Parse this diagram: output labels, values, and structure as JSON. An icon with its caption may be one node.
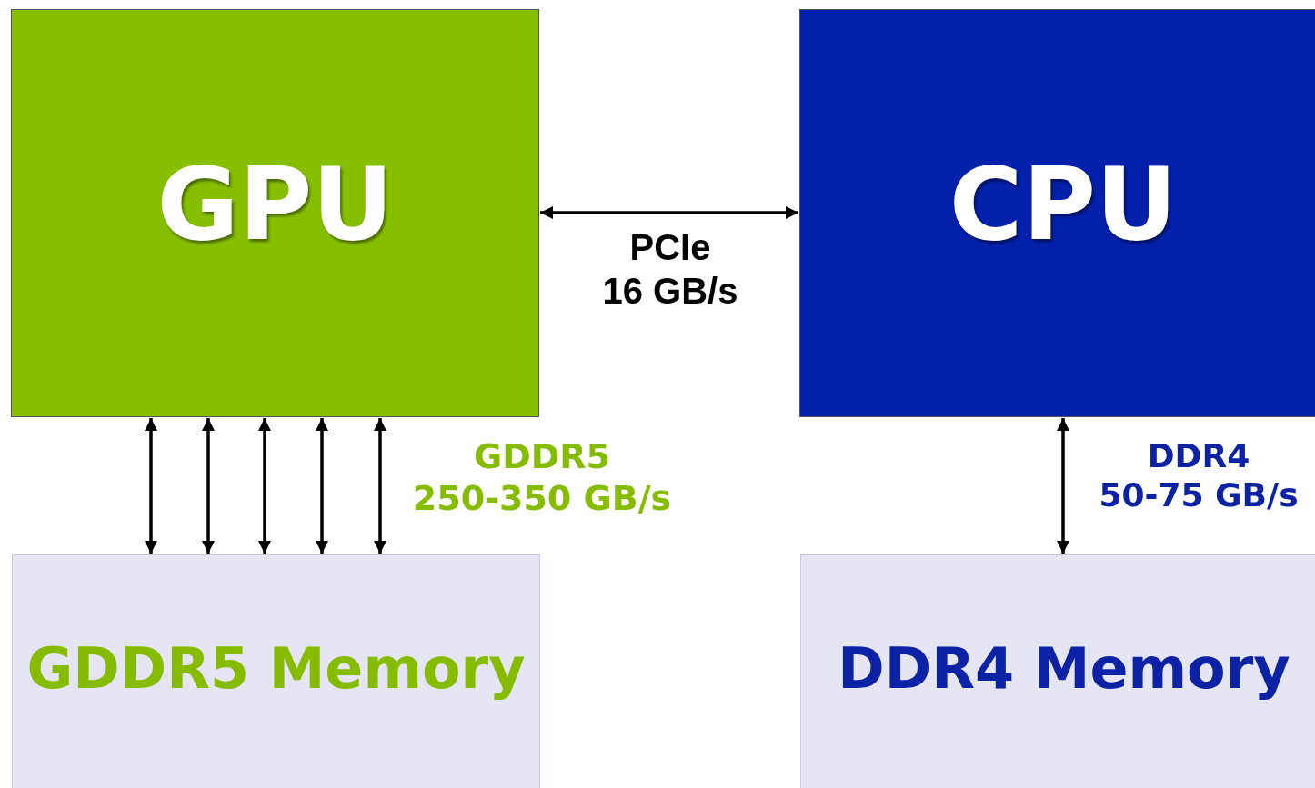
{
  "diagram": {
    "nodes": [
      {
        "text": [
          "GPU"
        ]
      },
      {
        "text": [
          "CPU"
        ]
      },
      {
        "text": [
          "GDDR5 Memory"
        ]
      },
      {
        "text": [
          "DDR4 Memory"
        ]
      }
    ],
    "edges": [
      {
        "from": 0,
        "to": 1,
        "arrow": "both",
        "label": "PCIe 16 GB/s"
      },
      {
        "from": 0,
        "to": 2,
        "arrow": "both"
      },
      {
        "from": 0,
        "to": 2,
        "arrow": "both"
      },
      {
        "from": 0,
        "to": 2,
        "arrow": "both"
      },
      {
        "from": 0,
        "to": 2,
        "arrow": "both"
      },
      {
        "from": 0,
        "to": 2,
        "arrow": "both",
        "label": "GDDR5 250-350 GB/s"
      },
      {
        "from": 1,
        "to": 3,
        "arrow": "both",
        "label": "DDR4 50-75 GB/s"
      }
    ]
  }
}
